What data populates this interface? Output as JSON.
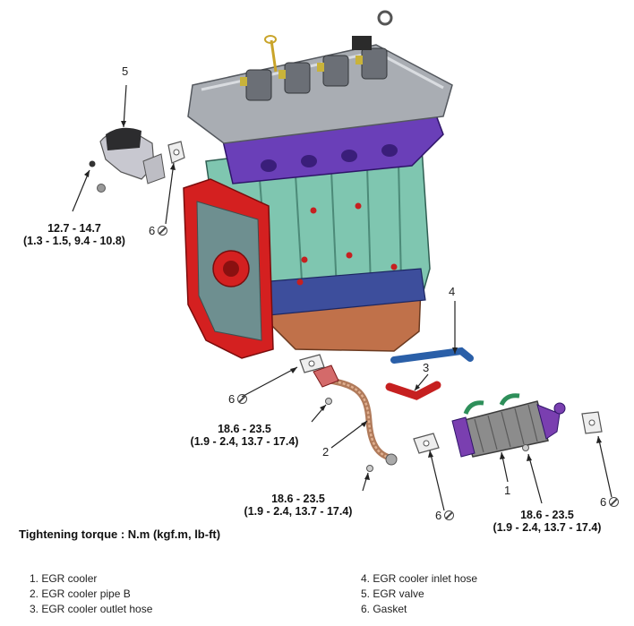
{
  "callouts": {
    "n1": "1",
    "n2": "2",
    "n3": "3",
    "n4": "4",
    "n5": "5",
    "n6": "6"
  },
  "torques": {
    "egr_valve": {
      "line1": "12.7 - 14.7",
      "line2": "(1.3 - 1.5, 9.4 -  10.8)"
    },
    "pipe_upper": {
      "line1": "18.6 - 23.5",
      "line2": "(1.9 - 2.4, 13.7 - 17.4)"
    },
    "pipe_lower": {
      "line1": "18.6 - 23.5",
      "line2": "(1.9 - 2.4, 13.7 - 17.4)"
    },
    "cooler": {
      "line1": "18.6 - 23.5",
      "line2": "(1.9 - 2.4, 13.7 - 17.4)"
    }
  },
  "note": "Tightening torque : N.m (kgf.m, lb-ft)",
  "legend": {
    "left": [
      "1. EGR cooler",
      "2. EGR cooler pipe B",
      "3. EGR cooler outlet hose"
    ],
    "right": [
      "4. EGR cooler inlet hose",
      "5. EGR valve",
      "6. Gasket"
    ]
  },
  "icons": {
    "reuse": "do-not-reuse-icon"
  },
  "colors": {
    "block": "#7fc6b0",
    "head": "#a9adb3",
    "manifold": "#6a3fb8",
    "cover_red": "#d42020",
    "oil_pan": "#c0714a",
    "hose_blue": "#2a5fa8",
    "hose_red": "#c62020",
    "cooler": "#8c8c8c"
  }
}
